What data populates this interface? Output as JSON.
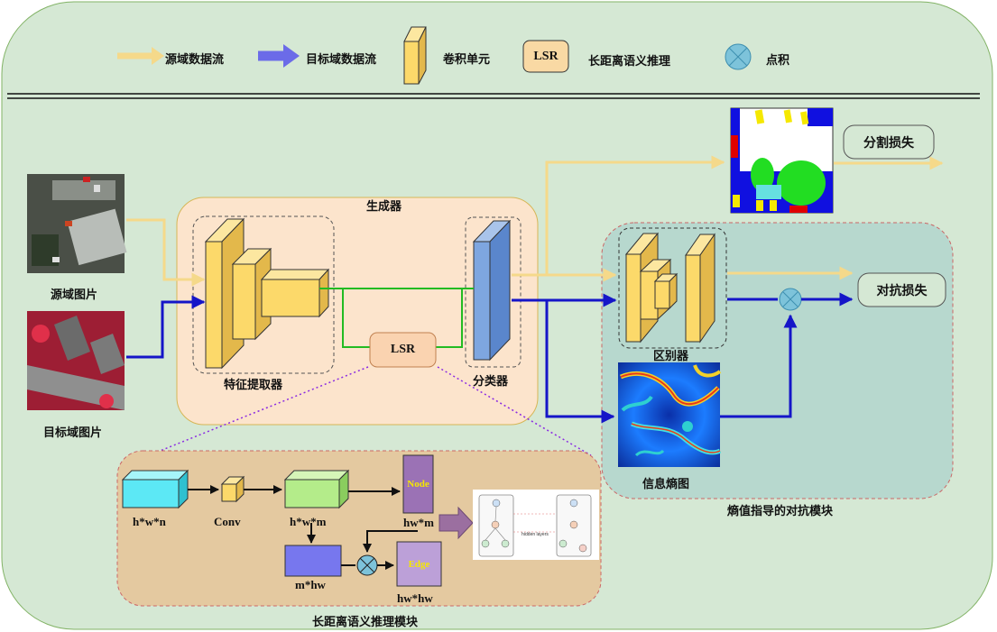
{
  "legend": {
    "source_flow": "源域数据流",
    "target_flow": "目标域数据流",
    "conv_unit": "卷积单元",
    "lsr_box": "LSR",
    "lsr_desc": "长距离语义推理",
    "dot_product": "点积"
  },
  "images": {
    "source": "源域图片",
    "target": "目标域图片"
  },
  "generator": {
    "title": "生成器",
    "feature_extractor": "特征提取器",
    "classifier": "分类器",
    "lsr": "LSR"
  },
  "losses": {
    "seg": "分割损失",
    "adv": "对抗损失"
  },
  "discriminator": {
    "label": "区别器",
    "entropy_map": "信息熵图",
    "module": "熵值指导的对抗模块"
  },
  "lsr_module": {
    "title": "长距离语义推理模块",
    "input_dim": "h*w*n",
    "conv": "Conv",
    "feat_dim": "h*w*m",
    "node": "Node",
    "node_dim": "hw*m",
    "left_dim": "m*hw",
    "edge": "Edge",
    "edge_dim": "hw*hw",
    "graph_hidden": "hidden layers"
  },
  "colors": {
    "source_arrow": "#F5D98A",
    "target_arrow": "#1515C8",
    "conv_face": "#FCD96A",
    "conv_side": "#E8BF4E",
    "generator_bg": "#FCE4CC",
    "lsr_bg": "#EDD5A8",
    "adv_bg": "#B7D8CE",
    "outer_bg": "#D5E8D4",
    "classifier": "#7EA6E0",
    "lsr_line": "#22BB22",
    "dot": "#7DC3DA"
  }
}
